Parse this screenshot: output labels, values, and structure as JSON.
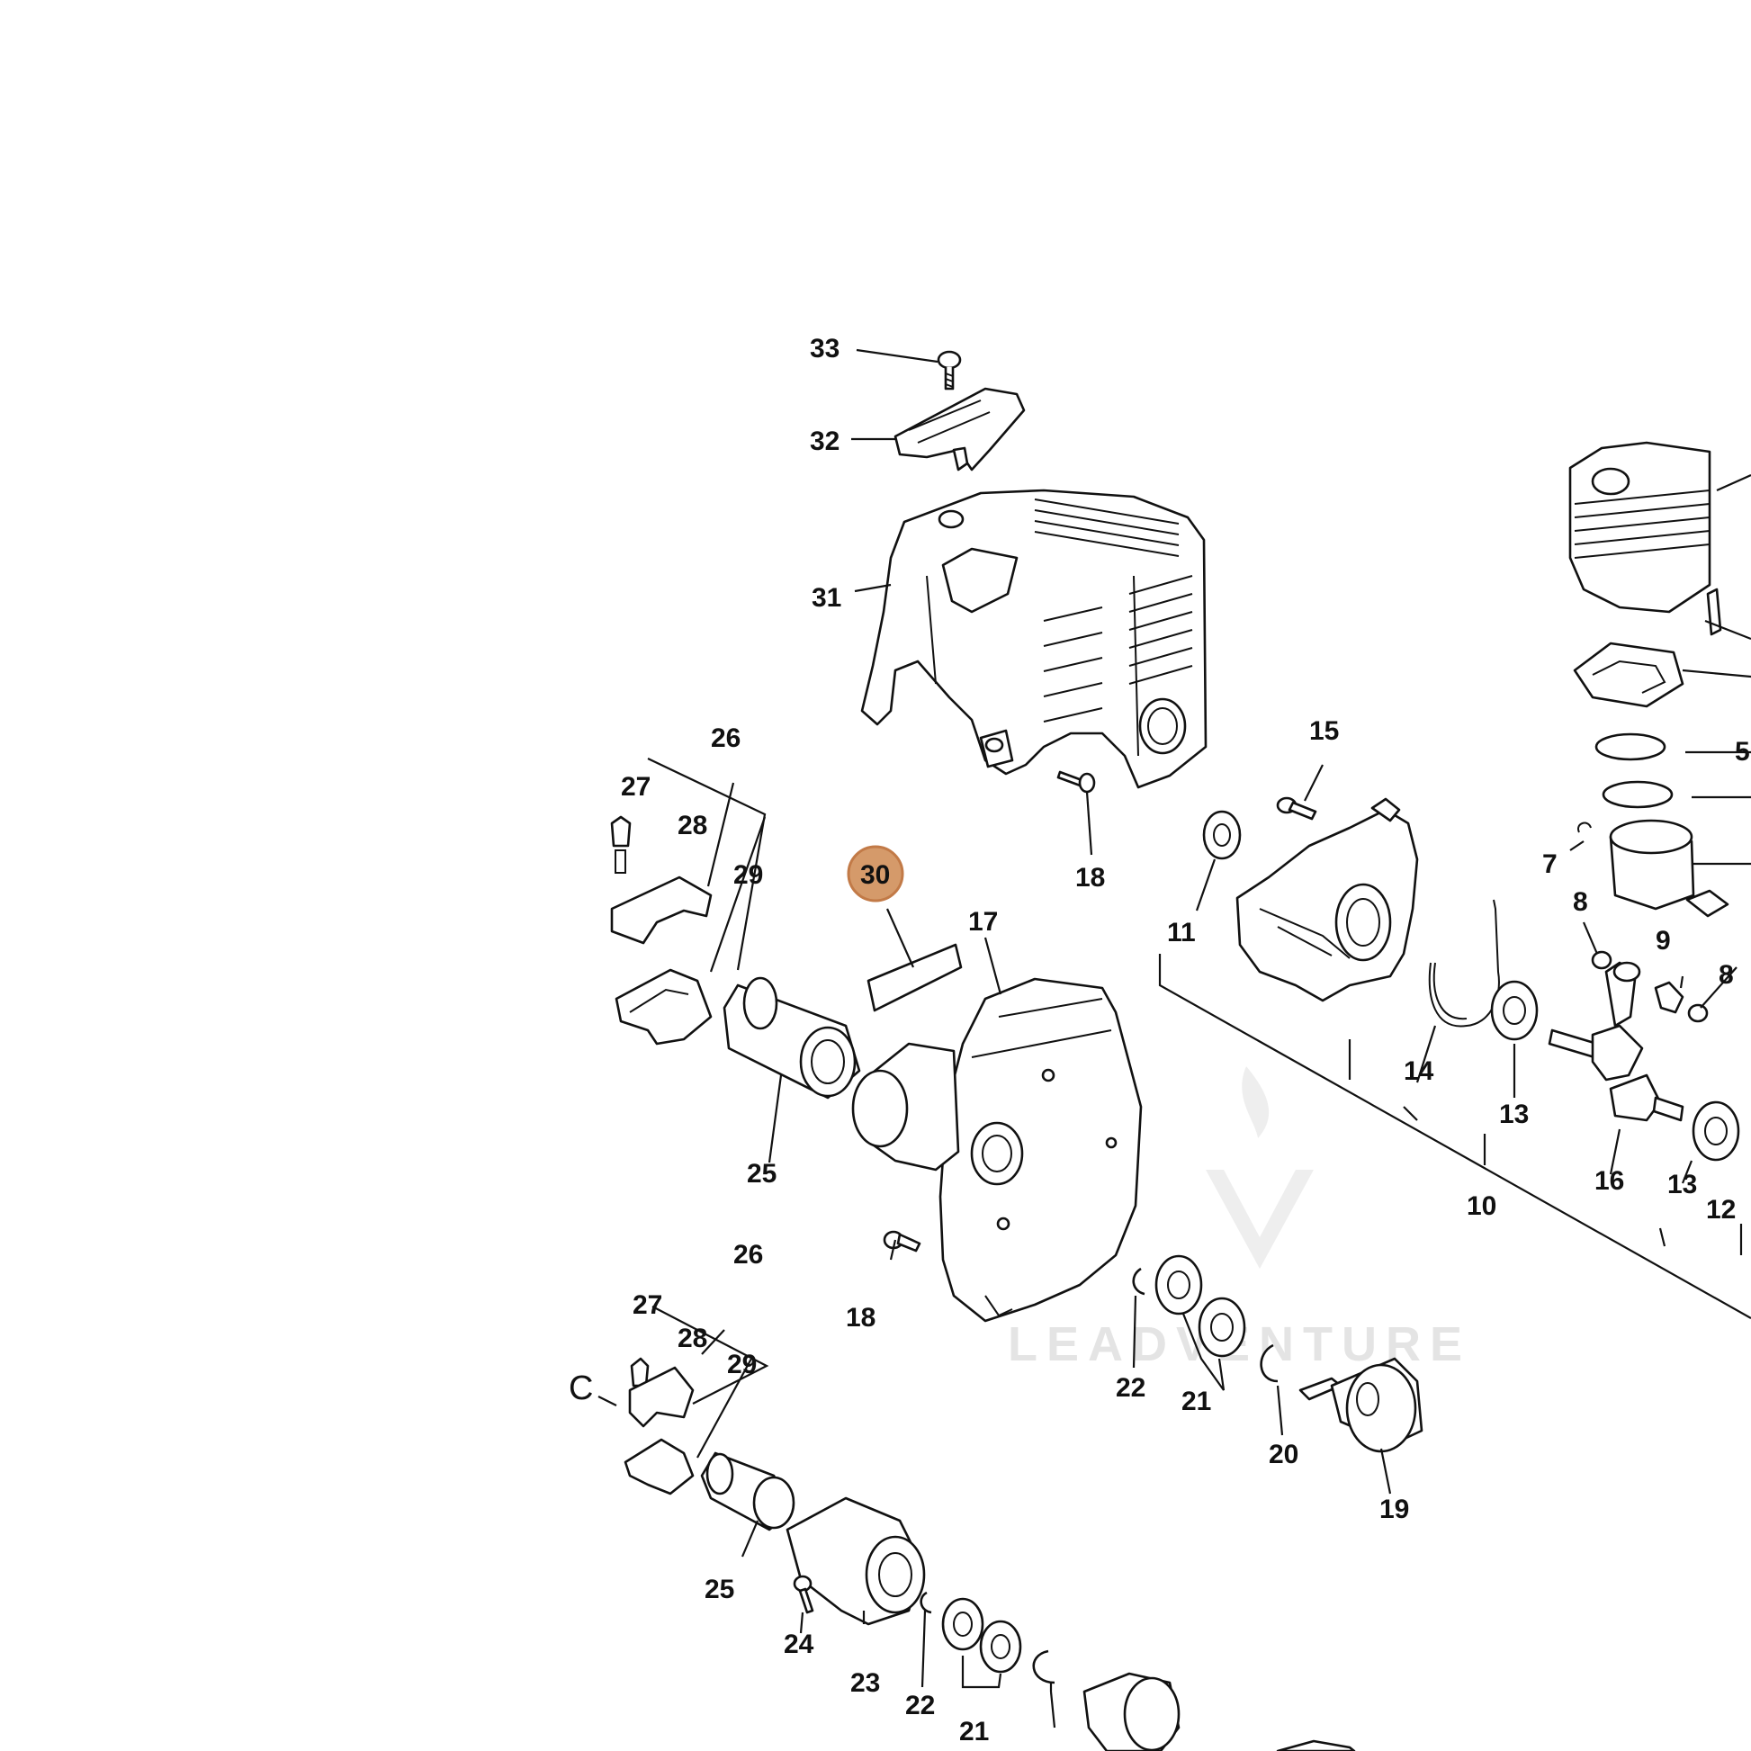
{
  "diagram": {
    "highlight_color": "#d59a6a",
    "labels": {
      "l33": "33",
      "l32": "32",
      "l31": "31",
      "l26a": "26",
      "l27a": "27",
      "l28a": "28",
      "l29a": "29",
      "l30": "30",
      "l17": "17",
      "l18a": "18",
      "l25a": "25",
      "l18b": "18",
      "l15": "15",
      "l11": "11",
      "l14": "14",
      "l13a": "13",
      "l10": "10",
      "l16": "16",
      "l13b": "13",
      "l12": "12",
      "l5": "5",
      "l7": "7",
      "l8a": "8",
      "l9": "9",
      "l8b": "8",
      "l26b": "26",
      "l27b": "27",
      "l28b": "28",
      "l29b": "29",
      "lC": "C",
      "l25b": "25",
      "l24": "24",
      "l23": "23",
      "l22a": "22",
      "l21a": "21",
      "l22b": "22",
      "l21b": "21",
      "l20": "20",
      "l19": "19"
    },
    "watermark": "LEADVENTURE"
  }
}
